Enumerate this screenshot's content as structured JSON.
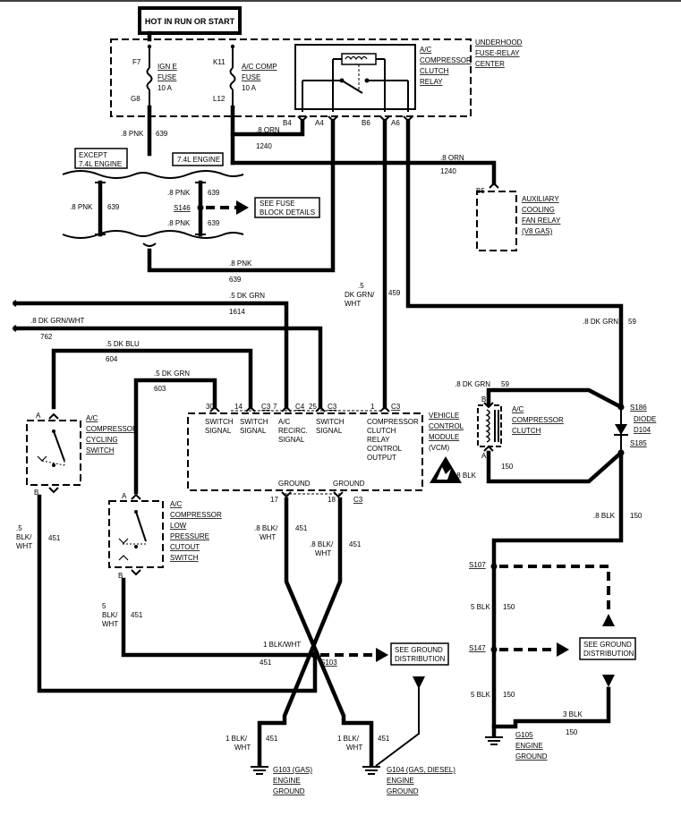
{
  "header": {
    "power_label": "HOT IN RUN OR START"
  },
  "fuse_center": {
    "label": [
      "UNDERHOOD",
      "FUSE-RELAY",
      "CENTER"
    ]
  },
  "fuse_ign": {
    "label": [
      "IGN E",
      "FUSE",
      "10 A"
    ],
    "pin_top": "F7",
    "pin_bottom": "G8"
  },
  "fuse_ac": {
    "label": [
      "A/C COMP",
      "FUSE",
      "10 A"
    ],
    "pin_top": "K11",
    "pin_bottom": "L12"
  },
  "clutch_relay": {
    "label": [
      "A/C",
      "COMPRESSOR",
      "CLUTCH",
      "RELAY"
    ],
    "pins": [
      "B4",
      "A4",
      "B6",
      "A6"
    ]
  },
  "wires": {
    "pnk_top": ".8 PNK",
    "pnk_top_num": "639",
    "orn_1": ".8 ORN",
    "orn_1_num": "1240",
    "orn_2": ".8 ORN",
    "orn_2_num": "1240",
    "except_engine": [
      "EXCEPT",
      "7.4L ENGINE"
    ],
    "engine_74": "7.4L ENGINE",
    "pnk_left": ".8 PNK",
    "pnk_left_num": "639",
    "pnk_r1": ".8 PNK",
    "pnk_r1_num": "639",
    "pnk_r2": ".8 PNK",
    "pnk_r2_num": "639",
    "pnk_bottom": ".8 PNK",
    "pnk_bottom_num": "639",
    "dkgrn_1614": ".5 DK GRN",
    "dkgrn_1614_num": "1614",
    "dkgrnwht_762": ".8 DK GRN/WHT",
    "dkgrnwht_762_num": "762",
    "dkblu_604": ".5 DK BLU",
    "dkblu_604_num": "604",
    "dkgrn_603": ".5 DK GRN",
    "dkgrn_603_num": "603",
    "dkgrnwht_459": [
      ".5",
      "DK GRN/",
      "WHT"
    ],
    "dkgrnwht_459_num": "459",
    "dkgrn_59": ".8 DK GRN",
    "dkgrn_59_num": "59",
    "dkgrn_59b": ".8 DK GRN",
    "dkgrn_59b_num": "59",
    "blk_150a": ".8 BLK",
    "blk_150a_num": "150",
    "blk_150b": ".8 BLK",
    "blk_150b_num": "150",
    "blk_150c": "5 BLK",
    "blk_150c_num": "150",
    "blk_150d": "5 BLK",
    "blk_150d_num": "150",
    "blk_150e": "3 BLK",
    "blk_150e_num": "150",
    "blkwht_451a": [
      ".5",
      "BLK/",
      "WHT"
    ],
    "blkwht_451a_num": "451",
    "blkwht_451b": [
      "5",
      "BLK/",
      "WHT"
    ],
    "blkwht_451b_num": "451",
    "blkwht_451c": [
      ".8 BLK/",
      "WHT"
    ],
    "blkwht_451c_num": "451",
    "blkwht_451d": [
      ".8 BLK/",
      "WHT"
    ],
    "blkwht_451d_num": "451",
    "blkwht_451e": "1 BLK/WHT",
    "blkwht_451e_num": "451",
    "blkwht_451f": [
      "1 BLK/",
      "WHT"
    ],
    "blkwht_451f_num": "451",
    "blkwht_451g": [
      "1 BLK/",
      "WHT"
    ],
    "blkwht_451g_num": "451"
  },
  "splices": {
    "s146": "S146",
    "s103": "S103",
    "s107": "S107",
    "s147": "S147",
    "s186": "S186",
    "s185": "S185"
  },
  "refs": {
    "fuse_block": [
      "SEE FUSE",
      "BLOCK DETAILS"
    ],
    "ground_dist_1": [
      "SEE GROUND",
      "DISTRIBUTION"
    ],
    "ground_dist_2": [
      "SEE GROUND",
      "DISTRIBUTION"
    ]
  },
  "aux_relay": {
    "pin": "B5",
    "label": [
      "AUXILIARY",
      "COOLING",
      "FAN RELAY",
      "(V8 GAS)"
    ]
  },
  "vcm": {
    "label": [
      "VEHICLE",
      "CONTROL",
      "MODULE",
      "(VCM)"
    ],
    "connector": "C3",
    "c4": "C4",
    "pins": [
      "30",
      "14",
      "7",
      "25",
      "1"
    ],
    "pin_labels": [
      [
        "SWITCH",
        "SIGNAL"
      ],
      [
        "SWITCH",
        "SIGNAL"
      ],
      [
        "A/C",
        "RECIRC.",
        "SIGNAL"
      ],
      [
        "SWITCH",
        "SIGNAL"
      ],
      [
        "COMPRESSOR",
        "CLUTCH",
        "RELAY",
        "CONTROL",
        "OUTPUT"
      ]
    ],
    "conn_labels": [
      "C3",
      "C4",
      "C3",
      "C3"
    ],
    "ground_pins": [
      "17",
      "18"
    ],
    "ground_label": "GROUND",
    "ground_conn": "C3"
  },
  "cycling_switch": {
    "label": [
      "A/C",
      "COMPRESSOR",
      "CYCLING",
      "SWITCH"
    ],
    "pin_a": "A",
    "pin_b": "B"
  },
  "lp_switch": {
    "label": [
      "A/C",
      "COMPRESSOR",
      "LOW",
      "PRESSURE",
      "CUTOUT",
      "SWITCH"
    ],
    "pin_a": "A",
    "pin_b": "B"
  },
  "clutch": {
    "label": [
      "A/C",
      "COMPRESSOR",
      "CLUTCH"
    ],
    "pin_a": "A",
    "pin_b": "B"
  },
  "diode": {
    "label": [
      "DIODE",
      "D104"
    ]
  },
  "grounds": {
    "g103": [
      "G103 (GAS)",
      "ENGINE",
      "GROUND"
    ],
    "g104": [
      "G104 (GAS, DIESEL)",
      "ENGINE",
      "GROUND"
    ],
    "g105": [
      "G105",
      "ENGINE",
      "GROUND"
    ]
  }
}
